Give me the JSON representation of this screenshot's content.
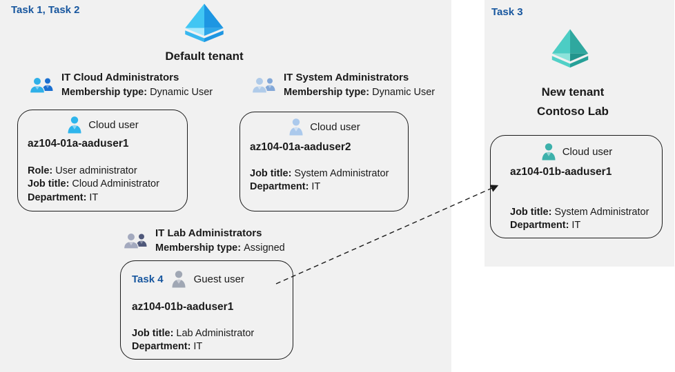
{
  "colors": {
    "panel_bg": "#F1F1F1",
    "task_label": "#17569E",
    "text": "#1A1A1A",
    "card_border": "#1A1A1A",
    "arrow": "#1A1A1A",
    "aad_blue_upper_left": "#41C6F3",
    "aad_blue_upper_right": "#1E96E2",
    "aad_blue_lower_left": "#A5E9FD",
    "aad_blue_lower_right": "#2DA6E9",
    "aad_blue_chevron_left": "#38B7EF",
    "aad_blue_chevron_right": "#1E96E2",
    "aad_teal_upper_left": "#4CCDC4",
    "aad_teal_upper_right": "#2FA89F",
    "aad_teal_lower_left": "#8CE3DA",
    "aad_teal_lower_right": "#22948C",
    "aad_teal_chevron_left": "#52D0C7",
    "aad_teal_chevron_right": "#27A098",
    "group1_front": "#2FB0E8",
    "group1_back": "#1A6FD0",
    "group2_front": "#B0CBE9",
    "group2_back": "#83A8D8",
    "group3_front": "#A3A9BE",
    "group3_back": "#4F587A",
    "user_cloud_blue": "#2EB5EC",
    "user_cloud_pale": "#ABC9EC",
    "user_guest_gray": "#A0A7B4",
    "user_cloud_teal": "#3DB1AB"
  },
  "icons": {
    "tenant_icon": "azure-ad-pyramid",
    "group_icon": "two-person-group",
    "user_icon": "single-person"
  },
  "left_panel": {
    "task_label": "Task 1, Task 2",
    "tenant_name": "Default tenant",
    "groups": [
      {
        "name": "IT Cloud Administrators",
        "membership_label": "Membership type:",
        "membership_value": "Dynamic User"
      },
      {
        "name": "IT System Administrators",
        "membership_label": "Membership type:",
        "membership_value": "Dynamic User"
      },
      {
        "name": "IT Lab Administrators",
        "membership_label": "Membership type:",
        "membership_value": "Assigned"
      }
    ],
    "cards": [
      {
        "type_label": "Cloud user",
        "username": "az104-01a-aaduser1",
        "fields": [
          {
            "label": "Role:",
            "value": "User administrator"
          },
          {
            "label": "Job title:",
            "value": "Cloud Administrator"
          },
          {
            "label": "Department:",
            "value": "IT"
          }
        ]
      },
      {
        "type_label": "Cloud user",
        "username": "az104-01a-aaduser2",
        "fields": [
          {
            "label": "Job title:",
            "value": "System Administrator"
          },
          {
            "label": "Department:",
            "value": "IT"
          }
        ]
      },
      {
        "task_label": "Task 4",
        "type_label": "Guest user",
        "username": "az104-01b-aaduser1",
        "fields": [
          {
            "label": "Job title:",
            "value": "Lab Administrator"
          },
          {
            "label": "Department:",
            "value": "IT"
          }
        ]
      }
    ]
  },
  "right_panel": {
    "task_label": "Task 3",
    "tenant_name_line1": "New tenant",
    "tenant_name_line2": "Contoso Lab",
    "card": {
      "type_label": "Cloud user",
      "username": "az104-01b-aaduser1",
      "fields": [
        {
          "label": "Job title:",
          "value": "System Administrator"
        },
        {
          "label": "Department:",
          "value": "IT"
        }
      ]
    }
  },
  "connector": {
    "style": "dashed-arrow",
    "from": "guest user card",
    "to": "new tenant cloud user card"
  }
}
